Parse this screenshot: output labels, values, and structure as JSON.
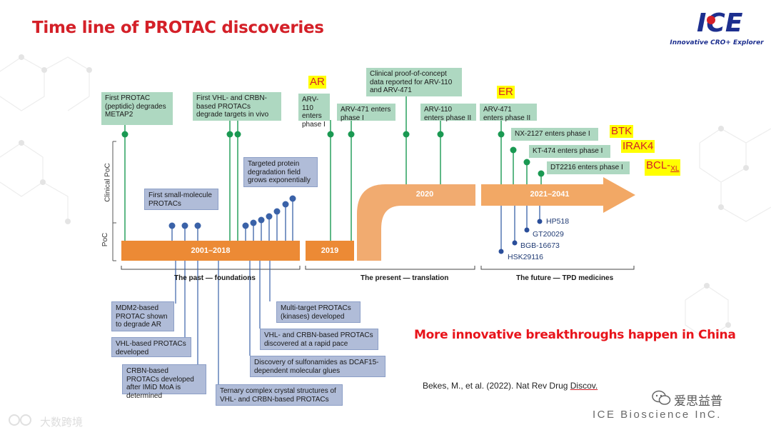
{
  "page": {
    "title": "Time line of PROTAC discoveries",
    "logo_letters": "ICE",
    "logo_tagline": "Innovative CRO+ Explorer",
    "slogan": "More innovative breakthroughs happen in China",
    "citation_prefix": "Bekes, M., et al. (2022).  Nat Rev Drug ",
    "citation_underlined": "Discov.",
    "company": "ICE Bioscience InC.",
    "watermark_right": "爱思益普",
    "watermark_left": "大数跨境"
  },
  "axis": {
    "clinical": "Clinical PoC",
    "poc": "PoC"
  },
  "eras": {
    "band_past": "2001–2018",
    "band_2019": "2019",
    "band_2020": "2020",
    "band_future": "2021–2041",
    "past_label": "The past — foundations",
    "present_label": "The present — translation",
    "future_label": "The future — TPD medicines"
  },
  "top_events": {
    "first_protac": "First PROTAC (peptidic) degrades METAP2",
    "vhl_crbn_vivo": "First VHL- and CRBN-based PROTACs degrade targets in vivo",
    "arv110_p1": "ARV-110 enters phase I",
    "arv471_p1": "ARV-471 enters phase I",
    "clinical_poc": "Clinical proof-of-concept data reported for ARV-110 and ARV-471",
    "arv110_p2": "ARV-110 enters phase II",
    "arv471_p2": "ARV-471 enters phase II",
    "nx2127": "NX-2127 enters phase I",
    "kt474": "KT-474 enters phase I",
    "dt2216": "DT2216 enters phase I"
  },
  "mid_events": {
    "first_small_molecule": "First small-molecule PROTACs",
    "tpd_field": "Targeted protein degradation field grows exponentially"
  },
  "bottom_events": {
    "mdm2": "MDM2-based PROTAC shown to degrade AR",
    "vhl_based": "VHL-based PROTACs developed",
    "crbn_based": "CRBN-based PROTACs developed after IMiD MoA is determined",
    "ternary": "Ternary complex crystal structures of VHL- and CRBN-based PROTACs",
    "sulfonamides": "Discovery of sulfonamides as DCAF15-dependent molecular glues",
    "rapid_pace": "VHL- and CRBN-based PROTACs discovered at a rapid pace",
    "multi_target": "Multi-target PROTACs (kinases) developed"
  },
  "china_compounds": [
    "HP518",
    "GT20029",
    "BGB-16673",
    "HSK29116"
  ],
  "targets": {
    "ar": "AR",
    "er": "ER",
    "btk": "BTK",
    "irak4": "IRAK4",
    "bclxl": "BCL-",
    "bclxl_sub": "XL"
  },
  "colors": {
    "title_red": "#d42028",
    "band_orange": "#ec8a35",
    "green_box": "#aed8c1",
    "green_dot": "#1a9952",
    "blue_box": "#b0bcd8",
    "blue_dot": "#3a62a8",
    "highlight_yellow": "#ffff00"
  }
}
